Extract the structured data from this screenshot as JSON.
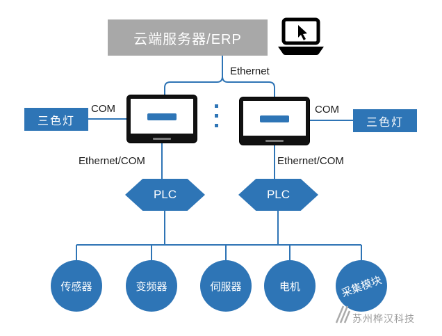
{
  "diagram": {
    "title_box": "云端服务器/ERP",
    "ethernet": "Ethernet",
    "com_left": "COM",
    "com_right": "COM",
    "tricolor_left": "三色灯",
    "tricolor_right": "三色灯",
    "ethernet_com_left": "Ethernet/COM",
    "ethernet_com_right": "Ethernet/COM",
    "plc_left": "PLC",
    "plc_right": "PLC",
    "devices": [
      "传感器",
      "变频器",
      "伺服器",
      "电机",
      "采集模块"
    ],
    "watermark": "苏州桦汉科技",
    "icons": {
      "laptop": "laptop-with-cursor-icon",
      "hmi_logo": "hmi-brand-logo",
      "watermark_logo": "diagonal-slash-logo"
    },
    "colors": {
      "accent_blue": "#2E75B6",
      "box_gray": "#A8A8A8",
      "line_blue": "#2E74B5",
      "text_black": "#1A1A1A",
      "watermark_gray": "#9B9B9B"
    }
  }
}
